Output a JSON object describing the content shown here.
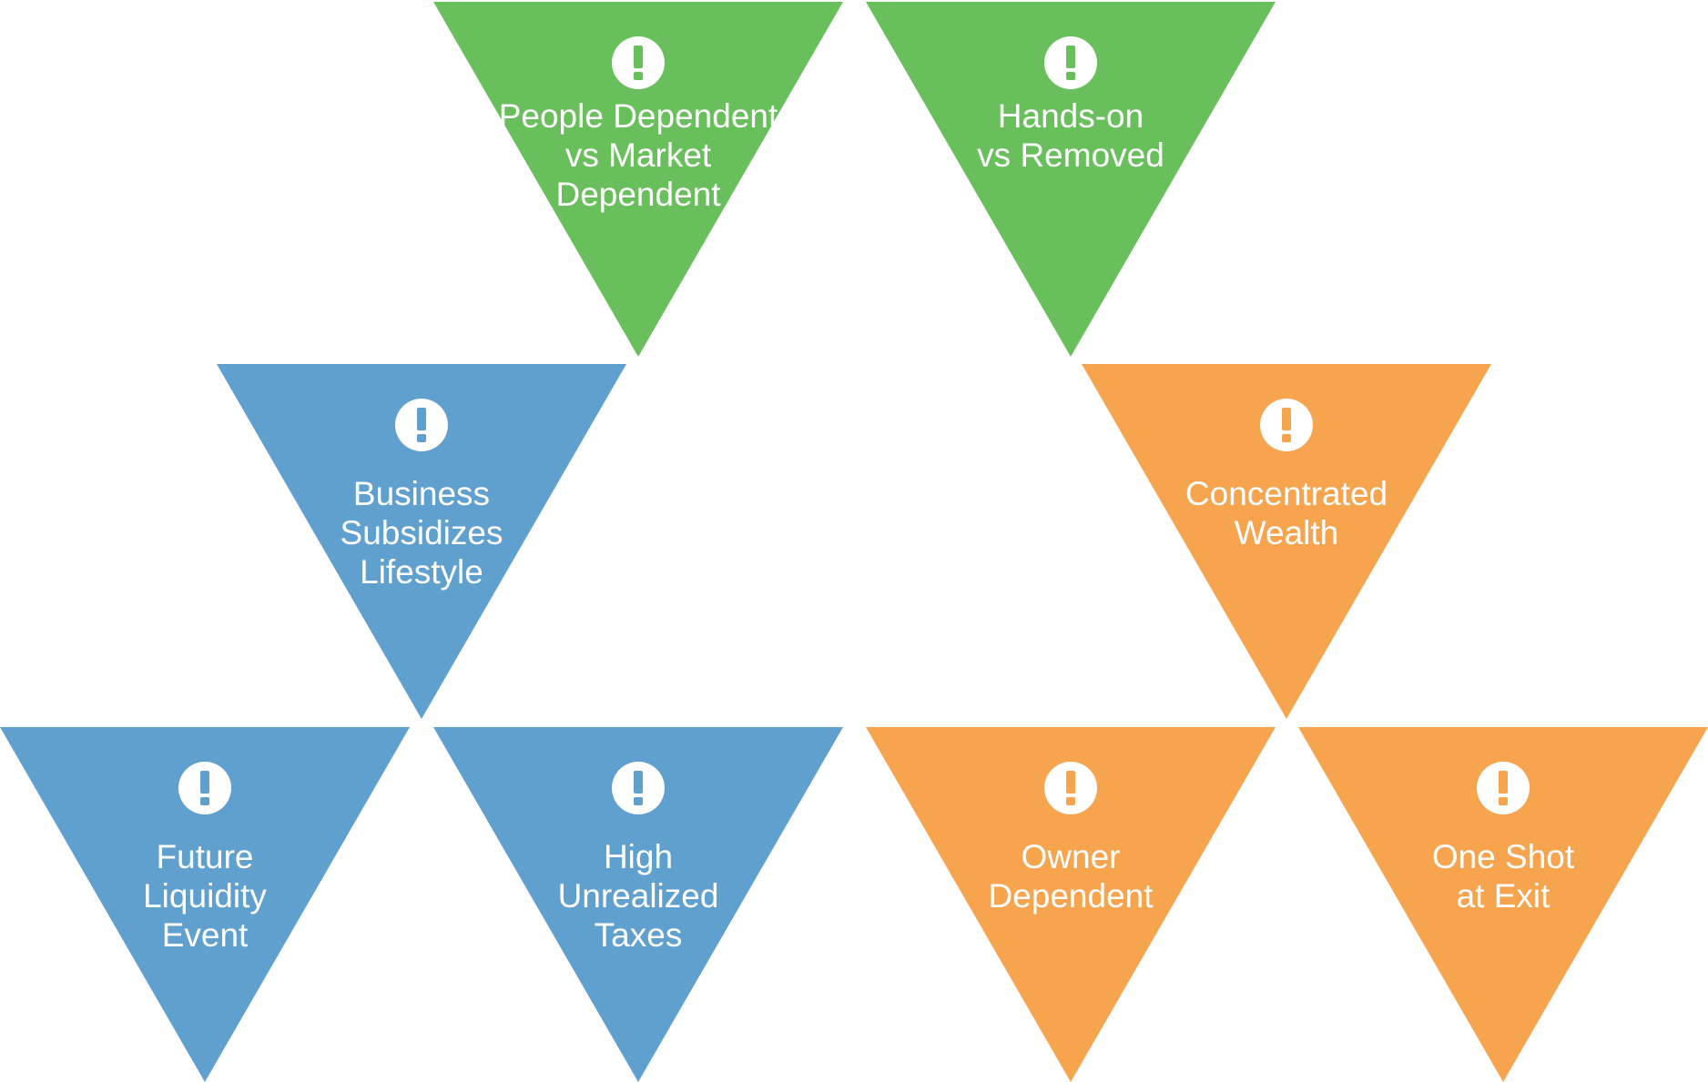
{
  "colors": {
    "green": "#6ABF5D",
    "blue": "#5FA0CF",
    "orange": "#F7A44F",
    "icon_fill": "#FFFFFF"
  },
  "icon": "exclamation-circle-icon",
  "triangles": [
    {
      "id": "people-dependent",
      "color": "green",
      "lines": [
        "People Dependent",
        "vs Market",
        "Dependent"
      ]
    },
    {
      "id": "hands-on",
      "color": "green",
      "lines": [
        "Hands-on",
        "vs Removed"
      ]
    },
    {
      "id": "business-subsidizes-lifestyle",
      "color": "blue",
      "lines": [
        "Business",
        "Subsidizes",
        "Lifestyle"
      ]
    },
    {
      "id": "concentrated-wealth",
      "color": "orange",
      "lines": [
        "Concentrated",
        "Wealth"
      ]
    },
    {
      "id": "future-liquidity-event",
      "color": "blue",
      "lines": [
        "Future",
        "Liquidity",
        "Event"
      ]
    },
    {
      "id": "high-unrealized-taxes",
      "color": "blue",
      "lines": [
        "High",
        "Unrealized",
        "Taxes"
      ]
    },
    {
      "id": "owner-dependent",
      "color": "orange",
      "lines": [
        "Owner",
        "Dependent"
      ]
    },
    {
      "id": "one-shot-at-exit",
      "color": "orange",
      "lines": [
        "One Shot",
        "at Exit"
      ]
    }
  ]
}
